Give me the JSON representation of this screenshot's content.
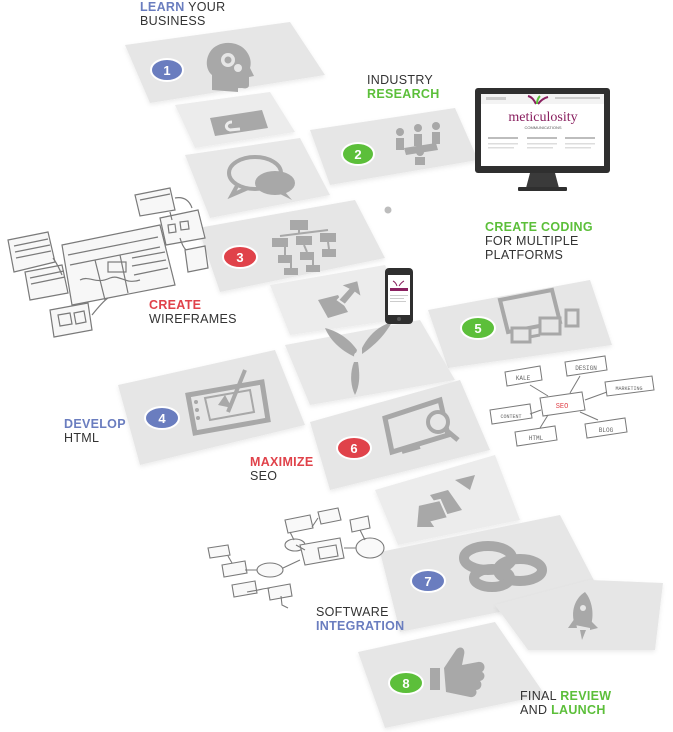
{
  "steps": [
    {
      "number": "1",
      "line1_accent": "LEARN",
      "line1_rest": " YOUR",
      "line2": "BUSINESS",
      "accent_color": "#6a7dbf"
    },
    {
      "number": "2",
      "line1": "INDUSTRY",
      "line2_accent": "RESEARCH",
      "accent_color": "#5cbf3a"
    },
    {
      "number": "3",
      "line1_accent": "CREATE",
      "line2": "WIREFRAMES",
      "accent_color": "#e0424a"
    },
    {
      "number": "4",
      "line1_accent": "DEVELOP",
      "line2": "HTML",
      "accent_color": "#6a7dbf"
    },
    {
      "number": "5",
      "line1_accent": "CREATE CODING",
      "line2": "FOR MULTIPLE",
      "line3": "PLATFORMS",
      "accent_color": "#5cbf3a"
    },
    {
      "number": "6",
      "line1_accent": "MAXIMIZE",
      "line2": "SEO",
      "accent_color": "#e0424a"
    },
    {
      "number": "7",
      "line1": "SOFTWARE",
      "line2_accent": "INTEGRATION",
      "accent_color": "#6a7dbf"
    },
    {
      "number": "8",
      "line1": "FINAL ",
      "line1_accent": "REVIEW",
      "line2": "AND ",
      "line2_accent": "LAUNCH",
      "accent_color": "#5cbf3a"
    }
  ],
  "monitor": {
    "brand": "meticulosity",
    "tagline": "COMMUNICATIONS"
  },
  "seo_sketch": {
    "center": "SEO",
    "nodes": [
      "KALE",
      "DESIGN",
      "MARKETING",
      "CONTENT",
      "HTML",
      "BLOG"
    ]
  },
  "colors": {
    "tile": "#e6e6e6",
    "icon": "#a8a8a8",
    "badge_blue": "#6a7dbf",
    "badge_green": "#5cbf3a",
    "badge_red": "#e0424a"
  }
}
